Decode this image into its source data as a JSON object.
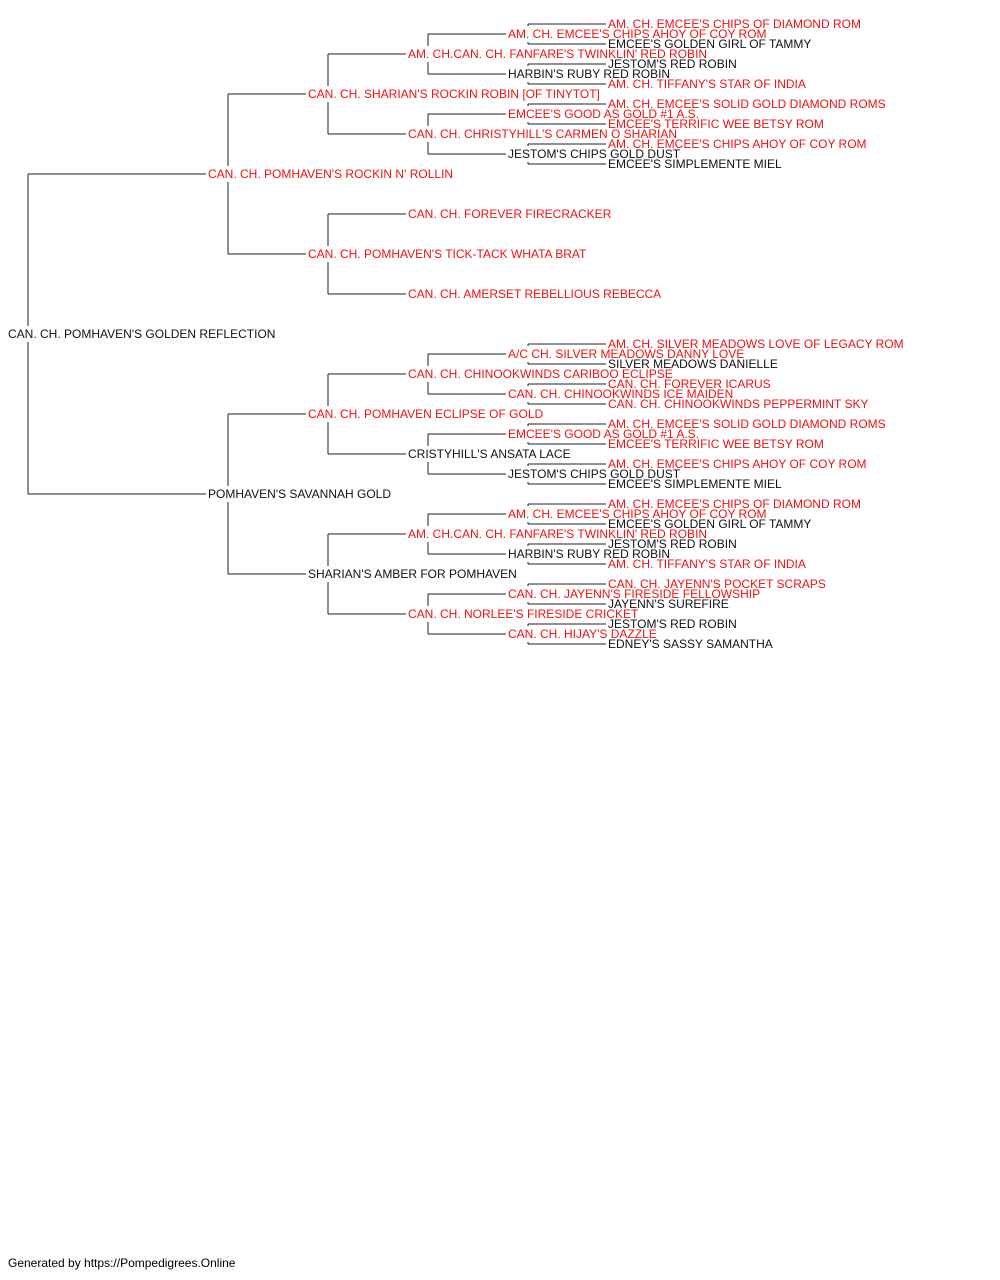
{
  "colors": {
    "champion": "#ee1111",
    "regular": "#111111",
    "line": "#222222"
  },
  "root": {
    "name": "CAN. CH. POMHAVEN'S GOLDEN REFLECTION",
    "ch": false,
    "sire": {
      "name": "CAN. CH. POMHAVEN'S ROCKIN N' ROLLIN",
      "ch": true,
      "sire": {
        "name": "CAN. CH. SHARIAN'S ROCKIN ROBIN [OF TINYTOT]",
        "ch": true,
        "sire": {
          "name": "AM. CH.CAN. CH. FANFARE'S TWINKLIN' RED ROBIN",
          "ch": true,
          "sire": {
            "name": "AM. CH. EMCEE'S CHIPS AHOY OF COY ROM",
            "ch": true,
            "sire": {
              "name": "AM. CH. EMCEE'S CHIPS OF DIAMOND ROM",
              "ch": true
            },
            "dam": {
              "name": "EMCEE'S GOLDEN GIRL OF TAMMY",
              "ch": false
            }
          },
          "dam": {
            "name": "HARBIN'S RUBY RED ROBIN",
            "ch": false,
            "sire": {
              "name": "JESTOM'S RED ROBIN",
              "ch": false
            },
            "dam": {
              "name": "AM. CH. TIFFANY'S STAR OF INDIA",
              "ch": true
            }
          }
        },
        "dam": {
          "name": "CAN. CH. CHRISTYHILL'S CARMEN O SHARIAN",
          "ch": true,
          "sire": {
            "name": "EMCEE'S GOOD AS GOLD #1 A.S.",
            "ch": true,
            "sire": {
              "name": "AM. CH. EMCEE'S SOLID GOLD DIAMOND ROMS",
              "ch": true
            },
            "dam": {
              "name": "EMCEE'S TERRIFIC WEE BETSY ROM",
              "ch": true
            }
          },
          "dam": {
            "name": "JESTOM'S CHIPS GOLD DUST",
            "ch": false,
            "sire": {
              "name": "AM. CH. EMCEE'S CHIPS AHOY OF COY ROM",
              "ch": true
            },
            "dam": {
              "name": "EMCEE'S SIMPLEMENTE MIEL",
              "ch": false
            }
          }
        }
      },
      "dam": {
        "name": "CAN. CH. POMHAVEN'S TICK-TACK WHATA BRAT",
        "ch": true,
        "sire": {
          "name": "CAN. CH. FOREVER FIRECRACKER",
          "ch": true
        },
        "dam": {
          "name": "CAN. CH. AMERSET REBELLIOUS REBECCA",
          "ch": true
        }
      }
    },
    "dam": {
      "name": "POMHAVEN'S SAVANNAH GOLD",
      "ch": false,
      "sire": {
        "name": "CAN. CH. POMHAVEN ECLIPSE OF GOLD",
        "ch": true,
        "sire": {
          "name": "CAN. CH. CHINOOKWINDS CARIBOO ECLIPSE",
          "ch": true,
          "sire": {
            "name": "A/C CH. SILVER MEADOWS DANNY LOVE",
            "ch": true,
            "sire": {
              "name": "AM. CH. SILVER MEADOWS LOVE OF LEGACY ROM",
              "ch": true
            },
            "dam": {
              "name": "SILVER MEADOWS DANIELLE",
              "ch": false
            }
          },
          "dam": {
            "name": "CAN. CH. CHINOOKWINDS ICE MAIDEN",
            "ch": true,
            "sire": {
              "name": "CAN. CH. FOREVER ICARUS",
              "ch": true
            },
            "dam": {
              "name": "CAN. CH. CHINOOKWINDS PEPPERMINT SKY",
              "ch": true
            }
          }
        },
        "dam": {
          "name": "CRISTYHILL'S ANSATA LACE",
          "ch": false,
          "sire": {
            "name": "EMCEE'S GOOD AS GOLD #1 A.S.",
            "ch": true,
            "sire": {
              "name": "AM. CH. EMCEE'S SOLID GOLD DIAMOND ROMS",
              "ch": true
            },
            "dam": {
              "name": "EMCEE'S TERRIFIC WEE BETSY ROM",
              "ch": true
            }
          },
          "dam": {
            "name": "JESTOM'S CHIPS GOLD DUST",
            "ch": false,
            "sire": {
              "name": "AM. CH. EMCEE'S CHIPS AHOY OF COY ROM",
              "ch": true
            },
            "dam": {
              "name": "EMCEE'S SIMPLEMENTE MIEL",
              "ch": false
            }
          }
        }
      },
      "dam": {
        "name": "SHARIAN'S AMBER FOR POMHAVEN",
        "ch": false,
        "sire": {
          "name": "AM. CH.CAN. CH. FANFARE'S TWINKLIN' RED ROBIN",
          "ch": true,
          "sire": {
            "name": "AM. CH. EMCEE'S CHIPS AHOY OF COY ROM",
            "ch": true,
            "sire": {
              "name": "AM. CH. EMCEE'S CHIPS OF DIAMOND ROM",
              "ch": true
            },
            "dam": {
              "name": "EMCEE'S GOLDEN GIRL OF TAMMY",
              "ch": false
            }
          },
          "dam": {
            "name": "HARBIN'S RUBY RED ROBIN",
            "ch": false,
            "sire": {
              "name": "JESTOM'S RED ROBIN",
              "ch": false
            },
            "dam": {
              "name": "AM. CH. TIFFANY'S STAR OF INDIA",
              "ch": true
            }
          }
        },
        "dam": {
          "name": "CAN. CH. NORLEE'S FIRESIDE CRICKET",
          "ch": true,
          "sire": {
            "name": "CAN. CH. JAYENN'S FIRESIDE FELLOWSHIP",
            "ch": true,
            "sire": {
              "name": "CAN. CH. JAYENN'S POCKET SCRAPS",
              "ch": true
            },
            "dam": {
              "name": "JAYENN'S SUREFIRE",
              "ch": false
            }
          },
          "dam": {
            "name": "CAN. CH. HIJAY'S DAZZLE",
            "ch": true,
            "sire": {
              "name": "JESTOM'S RED ROBIN",
              "ch": false
            },
            "dam": {
              "name": "EDNEY'S SASSY SAMANTHA",
              "ch": false
            }
          }
        }
      }
    }
  },
  "footer": "Generated by https://Pompedigrees.Online"
}
